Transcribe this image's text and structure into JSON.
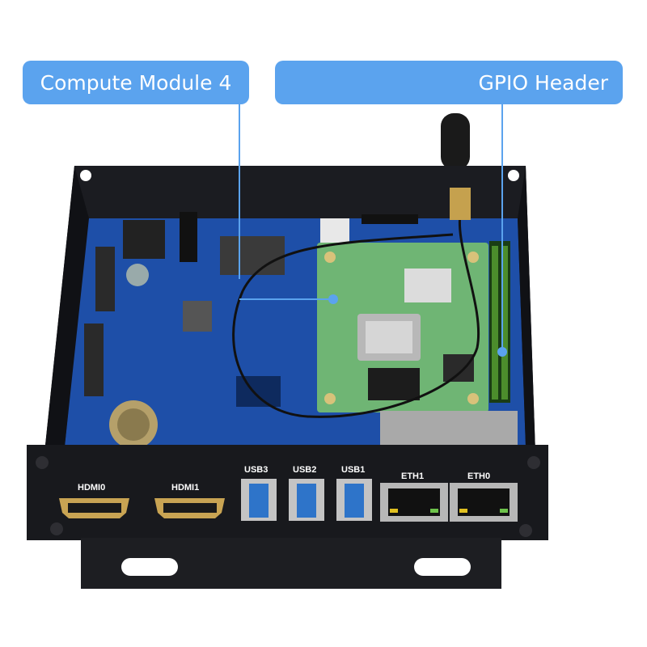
{
  "callouts": {
    "compute_module": "Compute Module 4",
    "gpio_header": "GPIO Header"
  },
  "ports": {
    "hdmi0": "HDMI0",
    "hdmi1": "HDMI1",
    "usb3": "USB3",
    "usb2": "USB2",
    "usb1": "USB1",
    "eth1": "ETH1",
    "eth0": "ETH0"
  },
  "colors": {
    "callout": "#5ba3ee",
    "case": "#15161a",
    "pcb": "#1e4fa8",
    "cm4_board": "#6fb574",
    "usb_blue": "#2e74c9"
  }
}
